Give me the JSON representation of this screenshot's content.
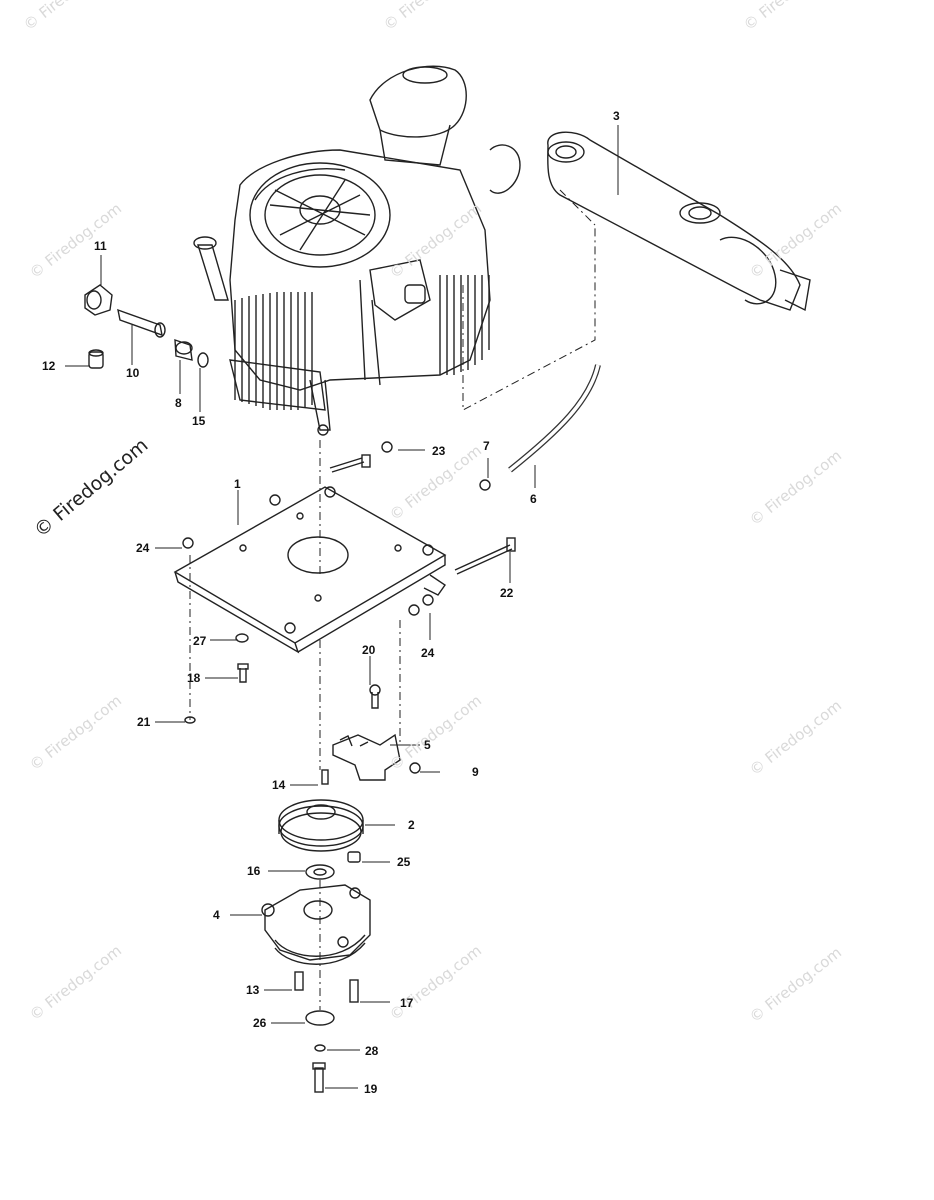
{
  "watermark": {
    "text": "© Firedog.com",
    "side_text": "© Firedog.com"
  },
  "callouts": [
    "1",
    "2",
    "3",
    "4",
    "5",
    "6",
    "7",
    "8",
    "9",
    "10",
    "11",
    "12",
    "13",
    "14",
    "15",
    "16",
    "17",
    "18",
    "19",
    "20",
    "21",
    "22",
    "23",
    "24",
    "24",
    "25",
    "26",
    "27",
    "28"
  ]
}
